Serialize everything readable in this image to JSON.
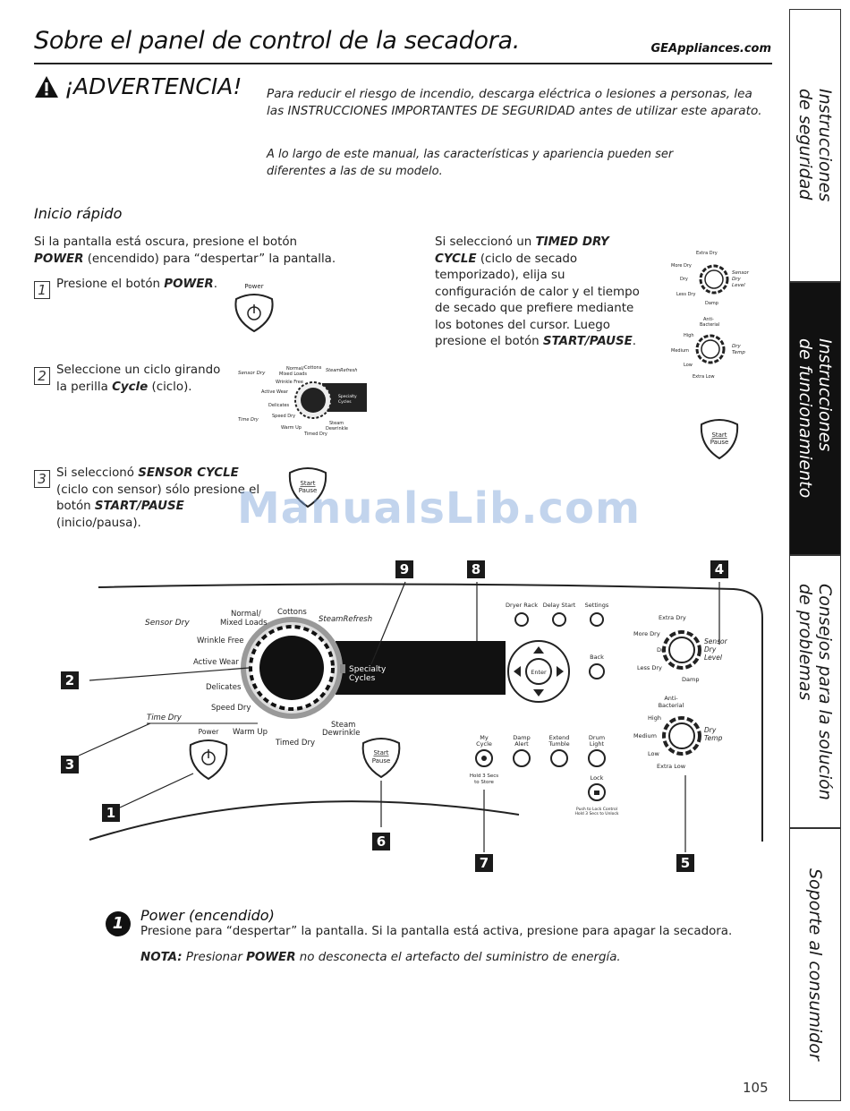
{
  "header": {
    "title": "Sobre el panel de control de la secadora.",
    "site": "GEAppliances.com"
  },
  "warning": {
    "title": "¡ADVERTENCIA!",
    "text": "Para reducir el riesgo de incendio, descarga eléctrica o lesiones a personas, lea las INSTRUCCIONES IMPORTANTES DE SEGURIDAD antes de utilizar este aparato.",
    "note": "A lo largo de este manual, las características y apariencia pueden ser diferentes a las de su modelo."
  },
  "quick_start": {
    "heading": "Inicio rápido",
    "intro_a": "Si la pantalla está oscura, presione el botón ",
    "intro_b": "POWER",
    "intro_c": " (encendido) para “despertar” la pantalla.",
    "step1_num": "1",
    "step1_a": "Presione el botón ",
    "step1_b": "POWER",
    "step1_c": ".",
    "step2_num": "2",
    "step2_a": "Seleccione un ciclo girando la perilla ",
    "step2_b": "Cycle",
    "step2_c": " (ciclo).",
    "step3_num": "3",
    "step3_a": "Si seleccionó ",
    "step3_b": "SENSOR CYCLE",
    "step3_c": " (ciclo con sensor) sólo presione el botón ",
    "step3_d": "START/PAUSE",
    "step3_e": " (inicio/pausa).",
    "right_a": "Si seleccionó un ",
    "right_b": "TIMED DRY CYCLE",
    "right_c": " (ciclo de secado temporizado), elija su configuración de calor y el tiempo de secado que prefiere mediante los botones del cursor. Luego presione el botón ",
    "right_d": "START/PAUSE",
    "right_e": "."
  },
  "panel": {
    "callouts": [
      "9",
      "8",
      "4",
      "2",
      "3",
      "1",
      "6",
      "7",
      "5"
    ],
    "cycle_labels": {
      "sensor_dry": "Sensor Dry",
      "normal": "Normal/",
      "mixed": "Mixed Loads",
      "cottons": "Cottons",
      "steam_refresh": "SteamRefresh",
      "wrinkle_free": "Wrinkle Free",
      "active_wear": "Active Wear",
      "delicates": "Delicates",
      "speed_dry": "Speed Dry",
      "time_dry": "Time Dry",
      "warm_up": "Warm Up",
      "timed_dry": "Timed Dry",
      "steam": "Steam",
      "dewrinkle": "Dewrinkle",
      "specialty": "Specialty",
      "cycles": "Cycles"
    },
    "buttons": {
      "power": "Power",
      "start": "Start",
      "pause": "Pause",
      "dryer_rack": "Dryer Rack",
      "delay_start": "Delay Start",
      "settings": "Settings",
      "back": "Back",
      "enter": "Enter",
      "my_cycle_1": "My",
      "my_cycle_2": "Cycle",
      "hold_1": "Hold 3 Secs",
      "hold_2": "to Store",
      "damp_1": "Damp",
      "damp_2": "Alert",
      "extend_1": "Extend",
      "extend_2": "Tumble",
      "drum_1": "Drum",
      "drum_2": "Light",
      "lock": "Lock",
      "lock_note_1": "Push to Lock Control",
      "lock_note_2": "Hold 3 Secs to Unlock"
    },
    "dry_level": {
      "extra_dry": "Extra Dry",
      "more_dry": "More Dry",
      "dry": "Dry",
      "less_dry": "Less Dry",
      "damp": "Damp",
      "label_1": "Sensor",
      "label_2": "Dry",
      "label_3": "Level"
    },
    "dry_temp": {
      "anti_1": "Anti-",
      "anti_2": "Bacterial",
      "high": "High",
      "medium": "Medium",
      "low": "Low",
      "extra_low": "Extra Low",
      "label_1": "Dry",
      "label_2": "Temp"
    }
  },
  "power_section": {
    "num": "1",
    "heading": "Power (encendido)",
    "desc": "Presione para “despertar” la pantalla. Si la pantalla está activa, presione para apagar la secadora.",
    "note_a": "NOTA:",
    "note_b": " Presionar ",
    "note_c": "POWER",
    "note_d": " no desconecta el artefacto del suministro de energía."
  },
  "sidebar": {
    "tab1": "Instrucciones\nde seguridad",
    "tab2": "Instrucciones\nde funcionamiento",
    "tab3": "Consejos para la solución\nde problemas",
    "tab4": "Soporte al consumidor"
  },
  "watermark": "ManualsLib.com",
  "page_number": "105"
}
